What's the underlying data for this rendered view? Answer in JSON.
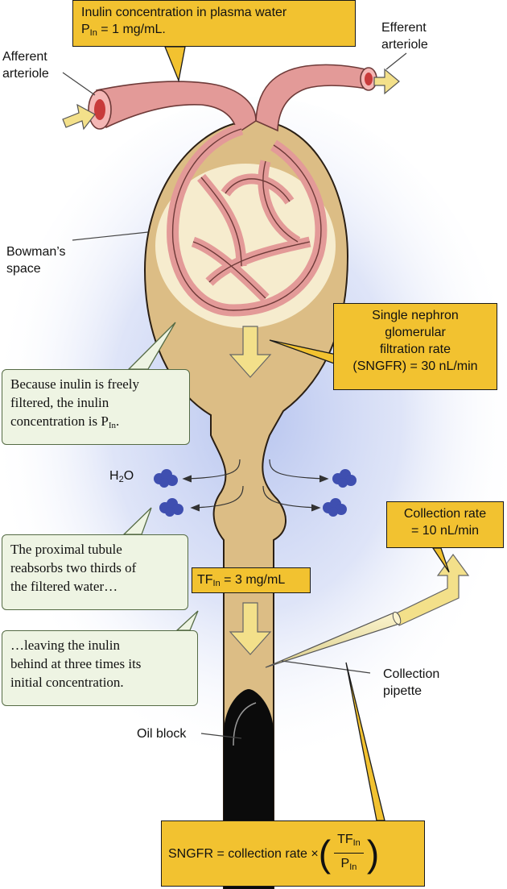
{
  "plasma_box": {
    "line1": "Inulin concentration in plasma water",
    "p_main": "P",
    "p_sub": "In",
    "p_rest": " = 1 mg/mL."
  },
  "labels": {
    "afferent": [
      "Afferent",
      "arteriole"
    ],
    "efferent": [
      "Efferent",
      "arteriole"
    ],
    "bowman": [
      "Bowman’s",
      "space"
    ],
    "collection_pipette": [
      "Collection",
      "pipette"
    ],
    "oil_block": "Oil block",
    "h2o_main": "H",
    "h2o_sub": "2",
    "h2o_rest": "O"
  },
  "sngfr_box": [
    "Single nephron",
    "glomerular",
    "filtration rate",
    "(SNGFR) = 30 nL/min"
  ],
  "collection_rate_box": [
    "Collection rate",
    "= 10 nL/min"
  ],
  "tf_box": {
    "main": "TF",
    "sub": "In",
    "rest": " = 3 mg/mL"
  },
  "notes": {
    "freely_filtered": {
      "lines": [
        "Because inulin is freely",
        "filtered, the inulin"
      ],
      "last_main": "concentration is P",
      "last_sub": "In",
      "last_rest": "."
    },
    "proximal": [
      "The proximal tubule",
      "reabsorbs two thirds of",
      "the filtered water…"
    ],
    "leaving": [
      "…leaving the inulin",
      "behind at three times its",
      "initial concentration."
    ]
  },
  "formula": {
    "lhs": "SNGFR = collection rate ×",
    "num_main": "TF",
    "num_sub": "In",
    "den_main": "P",
    "den_sub": "In"
  },
  "colors": {
    "tubule_fill": "#dcbd85",
    "tubule_stroke": "#2a1f14",
    "vessel_fill": "#e39a98",
    "vessel_stroke": "#6e3a38",
    "glomerulus_bg": "#f6ecce",
    "callout_yellow": "#f2c230",
    "note_green": "#eef4e3",
    "arrow_yellow": "#f3e08a",
    "water_blue": "#3f4fb0",
    "oil_black": "#0b0b0b",
    "halo_blue": "#b4c2ee"
  }
}
